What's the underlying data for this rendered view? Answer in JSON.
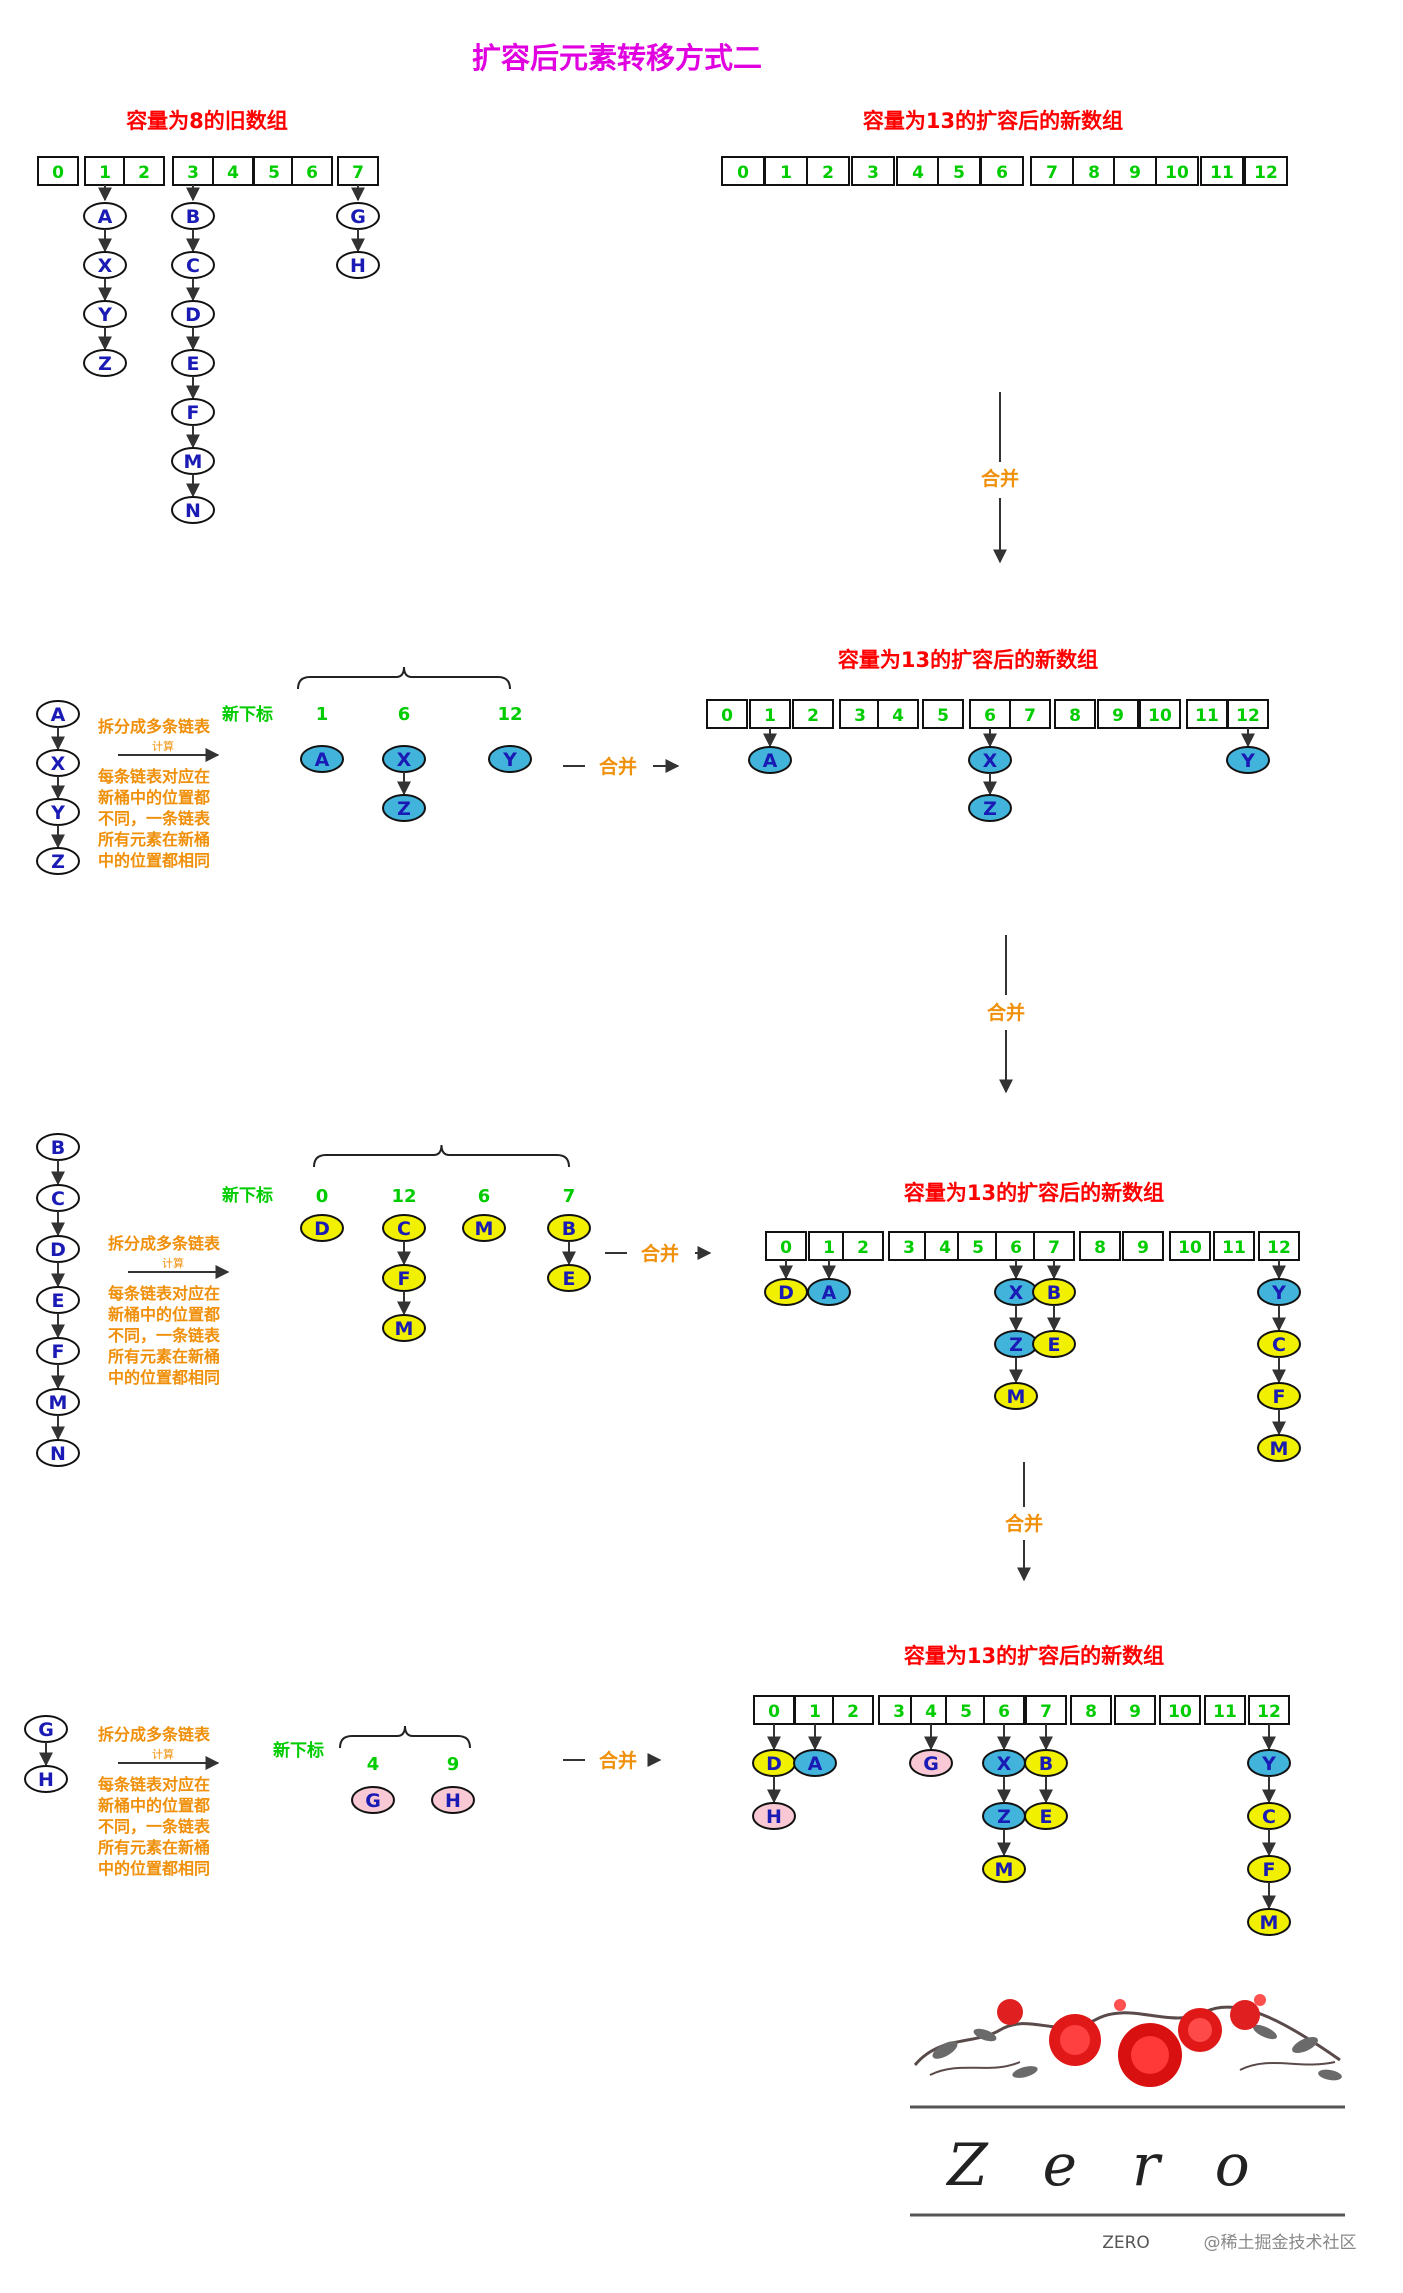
{
  "title": "扩容后元素转移方式二",
  "colors": {
    "title": "#e000e0",
    "heading": "#ff0000",
    "index_green": "#00cc00",
    "letter_blue": "#1a1ab4",
    "orange": "#f0900a",
    "node_blue": "#42b4dc",
    "node_yellow": "#f0f000",
    "node_pink": "#f8c8d4",
    "arrow": "#333333"
  },
  "section1": {
    "old_heading": "容量为8的旧数组",
    "old_cells": [
      "0",
      "1",
      "2",
      "3",
      "4",
      "5",
      "6",
      "7"
    ],
    "chains": [
      {
        "index": "1",
        "nodes": [
          "A",
          "X",
          "Y",
          "Z"
        ]
      },
      {
        "index": "3",
        "nodes": [
          "B",
          "C",
          "D",
          "E",
          "F",
          "M",
          "N"
        ]
      },
      {
        "index": "7",
        "nodes": [
          "G",
          "H"
        ]
      }
    ],
    "new_heading": "容量为13的扩容后的新数组",
    "new_cells": [
      "0",
      "1",
      "2",
      "3",
      "4",
      "5",
      "6",
      "7",
      "8",
      "9",
      "10",
      "11",
      "12"
    ]
  },
  "merge_label": "合并",
  "split_text": "拆分成多条链表",
  "calc_text": "计算",
  "explain_lines": [
    "每条链表对应在",
    "新桶中的位置都",
    "不同，一条链表",
    "所有元素在新桶",
    "中的位置都相同"
  ],
  "new_index_label": "新下标",
  "new_heading": "容量为13的扩容后的新数组",
  "step1": {
    "source": [
      "A",
      "X",
      "Y",
      "Z"
    ],
    "groups": [
      {
        "index": "1",
        "nodes": [
          "A"
        ]
      },
      {
        "index": "6",
        "nodes": [
          "X",
          "Z"
        ]
      },
      {
        "index": "12",
        "nodes": [
          "Y"
        ]
      }
    ],
    "result": [
      {
        "slot": "1",
        "chains": [
          [
            "A"
          ]
        ]
      },
      {
        "slot": "6",
        "chains": [
          [
            "X",
            "Z"
          ]
        ]
      },
      {
        "slot": "12",
        "chains": [
          [
            "Y"
          ]
        ]
      }
    ]
  },
  "step2": {
    "source": [
      "B",
      "C",
      "D",
      "E",
      "F",
      "M",
      "N"
    ],
    "groups": [
      {
        "index": "0",
        "nodes": [
          "D"
        ]
      },
      {
        "index": "12",
        "nodes": [
          "C",
          "F",
          "M"
        ]
      },
      {
        "index": "6",
        "nodes": [
          "M"
        ]
      },
      {
        "index": "7",
        "nodes": [
          "B",
          "E"
        ]
      }
    ],
    "result": [
      {
        "slot": "0",
        "chains": [
          [
            "D"
          ]
        ]
      },
      {
        "slot": "1",
        "chains": [
          [
            "A"
          ]
        ]
      },
      {
        "slot": "6",
        "chains": [
          [
            "X",
            "Z",
            "M"
          ]
        ]
      },
      {
        "slot": "7",
        "chains": [
          [
            "B",
            "E"
          ]
        ]
      },
      {
        "slot": "12",
        "chains": [
          [
            "Y",
            "C",
            "F",
            "M"
          ]
        ]
      }
    ]
  },
  "step3": {
    "source": [
      "G",
      "H"
    ],
    "groups": [
      {
        "index": "4",
        "nodes": [
          "G"
        ]
      },
      {
        "index": "9",
        "nodes": [
          "H"
        ]
      }
    ],
    "result": [
      {
        "slot": "0",
        "chains": [
          [
            "D",
            "H"
          ]
        ]
      },
      {
        "slot": "1",
        "chains": [
          [
            "A"
          ]
        ]
      },
      {
        "slot": "4",
        "chains": [
          [
            "G"
          ]
        ]
      },
      {
        "slot": "6",
        "chains": [
          [
            "X",
            "Z",
            "M"
          ]
        ]
      },
      {
        "slot": "7",
        "chains": [
          [
            "B",
            "E"
          ]
        ]
      },
      {
        "slot": "12",
        "chains": [
          [
            "Y",
            "C",
            "F",
            "M"
          ]
        ]
      }
    ]
  },
  "logo_text": "Zero",
  "logo_sub": "ZERO",
  "watermark": "@稀土掘金技术社区"
}
